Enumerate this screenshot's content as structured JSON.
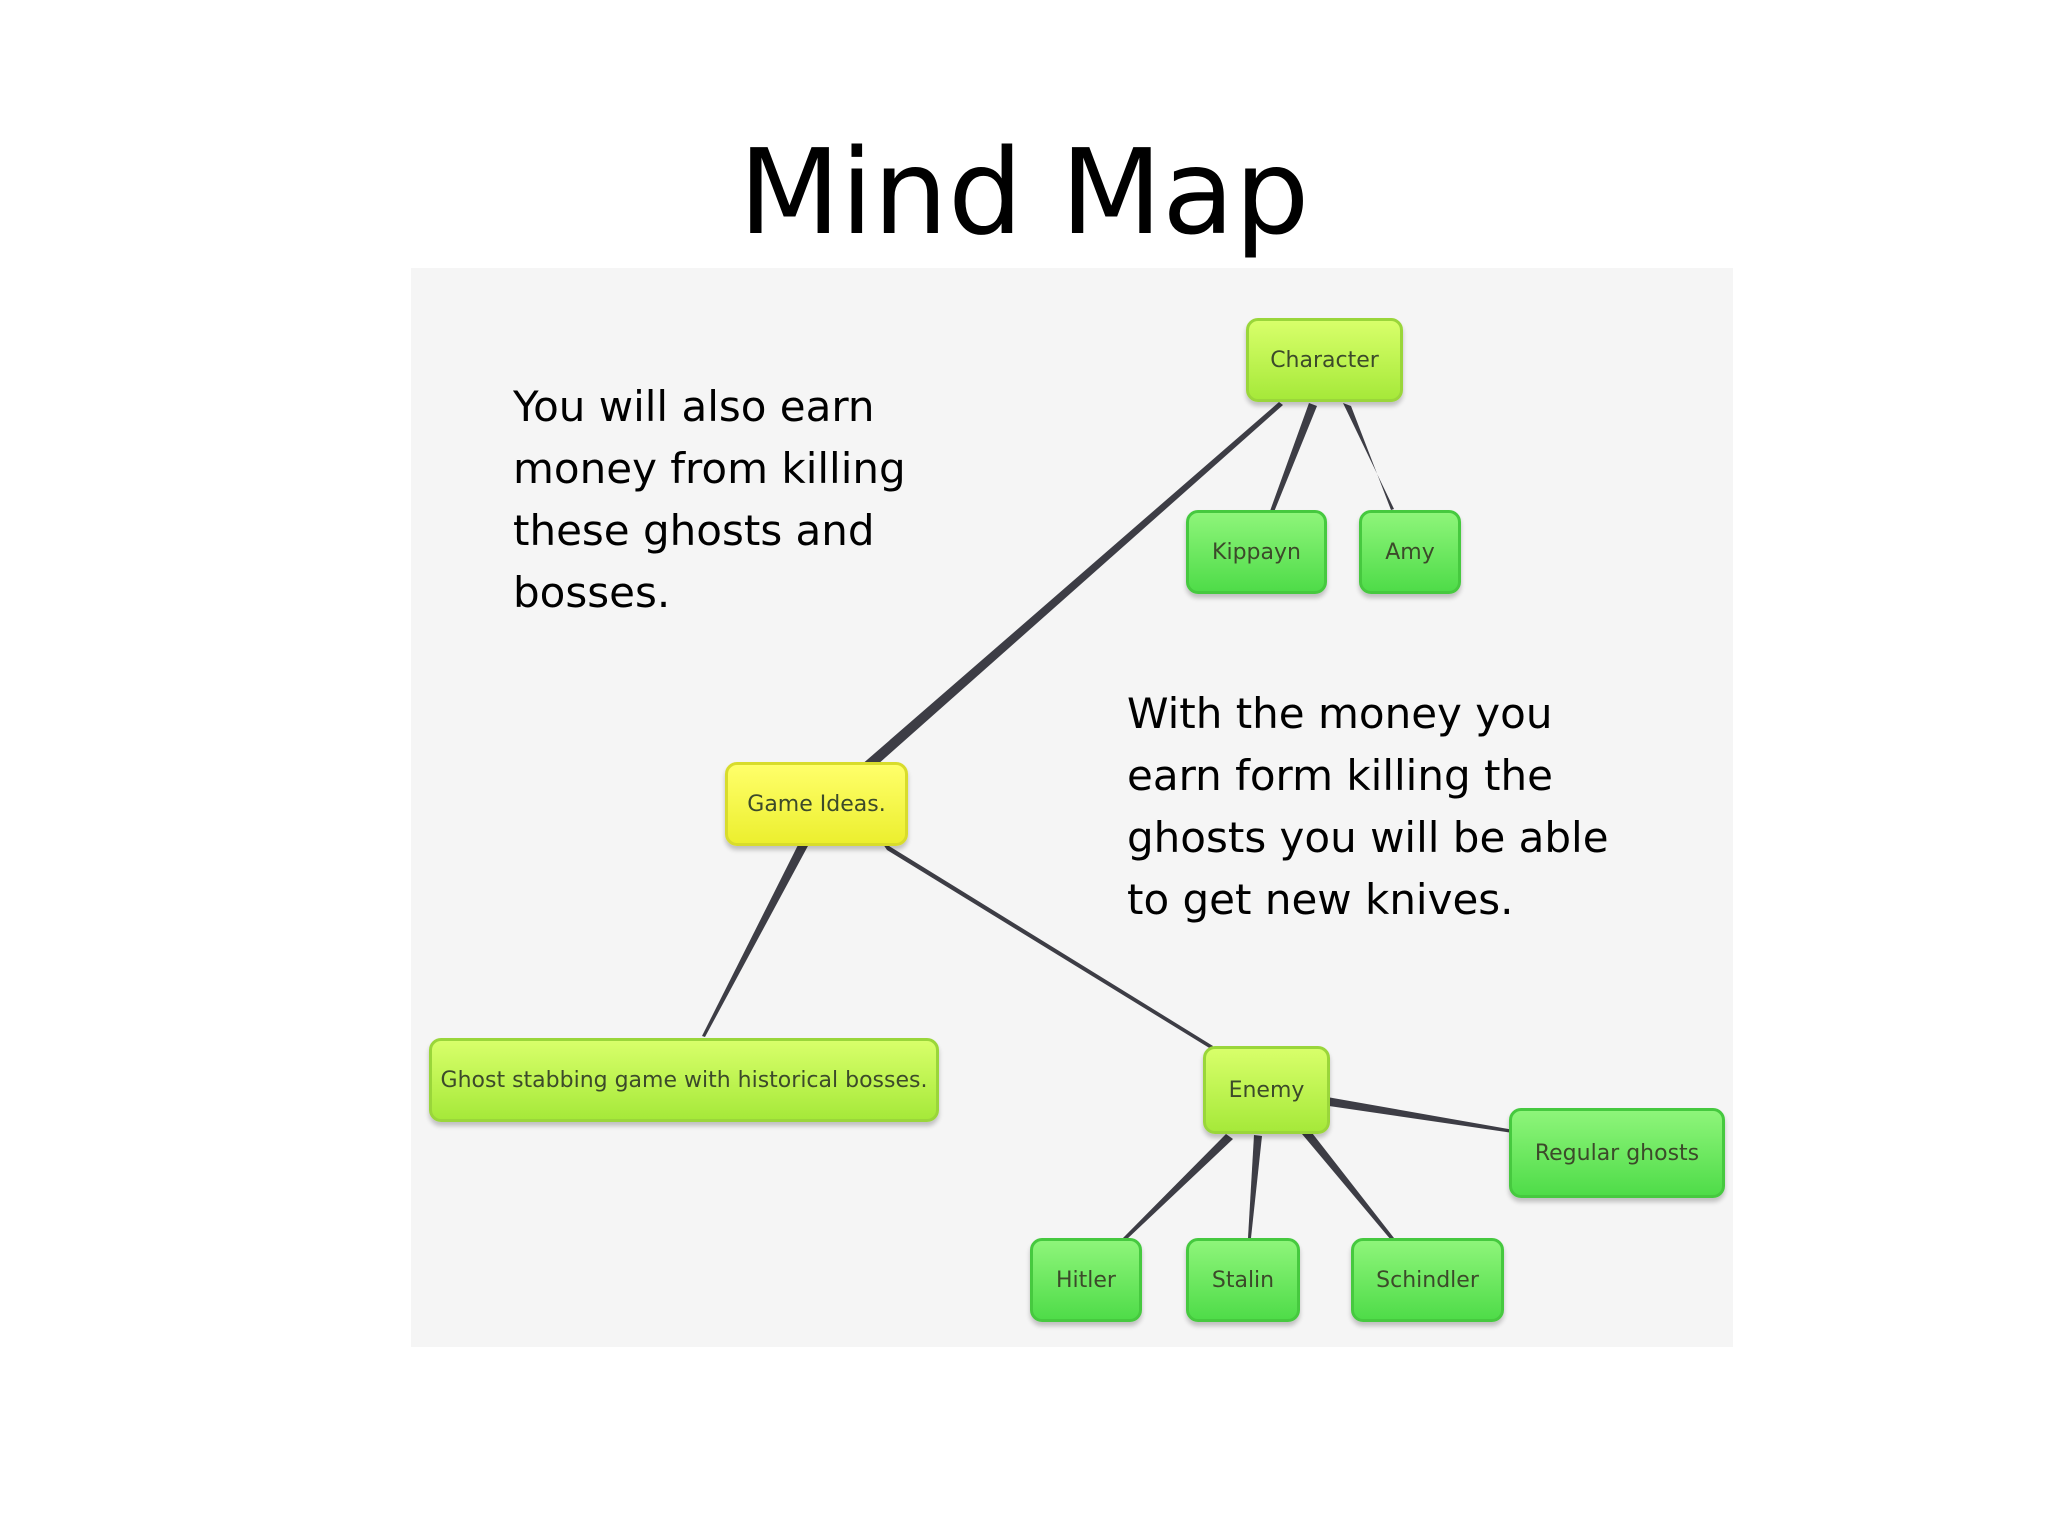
{
  "title": "Mind Map",
  "notes": {
    "left": "You will also earn\nmoney from killing\nthese ghosts and\nbosses.",
    "right": "With the money you\nearn form killing the\nghosts you will be able\nto get new knives."
  },
  "mind_map": {
    "root": "Game Ideas.",
    "nodes": {
      "game_ideas": "Game Ideas.",
      "character": "Character",
      "kippayn": "Kippayn",
      "amy": "Amy",
      "ghost_game": "Ghost stabbing game with historical bosses.",
      "enemy": "Enemy",
      "regular_ghosts": "Regular ghosts",
      "hitler": "Hitler",
      "stalin": "Stalin",
      "schindler": "Schindler"
    },
    "edges": [
      [
        "game_ideas",
        "character"
      ],
      [
        "game_ideas",
        "ghost_game"
      ],
      [
        "game_ideas",
        "enemy"
      ],
      [
        "character",
        "kippayn"
      ],
      [
        "character",
        "amy"
      ],
      [
        "enemy",
        "regular_ghosts"
      ],
      [
        "enemy",
        "hitler"
      ],
      [
        "enemy",
        "stalin"
      ],
      [
        "enemy",
        "schindler"
      ]
    ]
  },
  "colors": {
    "root_node": "#f5f53a",
    "branch_node": "#b8f04a",
    "leaf_node": "#5fe052",
    "edge": "#3d3d45",
    "canvas": "#f5f5f5"
  }
}
